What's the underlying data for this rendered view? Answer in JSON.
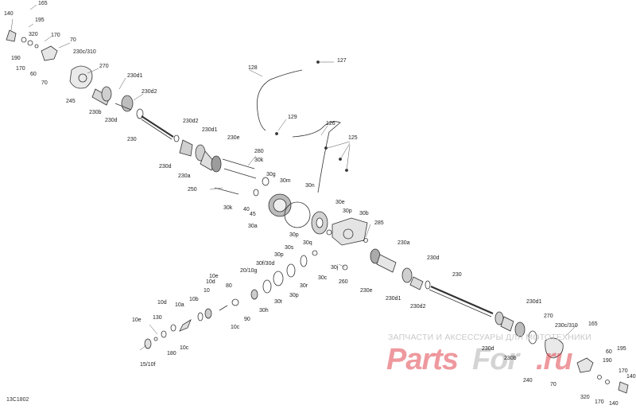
{
  "figure": {
    "reference": "13C1802",
    "watermark_text": "ЗАПЧАСТИ И АКСЕССУАРЫ ДЛЯ МОТОТЕХНИКИ",
    "watermark_logo": "PartsFor.ru",
    "logo_colors": {
      "red": "#e0464f",
      "gray": "#b7b7b7"
    }
  },
  "callouts": [
    {
      "text": "165"
    },
    {
      "text": "195"
    },
    {
      "text": "140"
    },
    {
      "text": "320"
    },
    {
      "text": "170"
    },
    {
      "text": "70"
    },
    {
      "text": "230c/310"
    },
    {
      "text": "190"
    },
    {
      "text": "170"
    },
    {
      "text": "60"
    },
    {
      "text": "70"
    },
    {
      "text": "270"
    },
    {
      "text": "230d1"
    },
    {
      "text": "230d2"
    },
    {
      "text": "245"
    },
    {
      "text": "230b"
    },
    {
      "text": "230d"
    },
    {
      "text": "230"
    },
    {
      "text": "230d2"
    },
    {
      "text": "230d1"
    },
    {
      "text": "230e"
    },
    {
      "text": "230d"
    },
    {
      "text": "230a"
    },
    {
      "text": "128"
    },
    {
      "text": "127"
    },
    {
      "text": "129"
    },
    {
      "text": "126"
    },
    {
      "text": "125"
    },
    {
      "text": "280"
    },
    {
      "text": "30k"
    },
    {
      "text": "30g"
    },
    {
      "text": "30m"
    },
    {
      "text": "30n"
    },
    {
      "text": "250"
    },
    {
      "text": "30k"
    },
    {
      "text": "40"
    },
    {
      "text": "45"
    },
    {
      "text": "30a"
    },
    {
      "text": "30e"
    },
    {
      "text": "30p"
    },
    {
      "text": "30b"
    },
    {
      "text": "285"
    },
    {
      "text": "30p"
    },
    {
      "text": "30q"
    },
    {
      "text": "30s"
    },
    {
      "text": "30j"
    },
    {
      "text": "230a"
    },
    {
      "text": "30p"
    },
    {
      "text": "30f/30d"
    },
    {
      "text": "30c"
    },
    {
      "text": "260"
    },
    {
      "text": "230d"
    },
    {
      "text": "230e"
    },
    {
      "text": "20/10g"
    },
    {
      "text": "30r"
    },
    {
      "text": "230d1"
    },
    {
      "text": "230"
    },
    {
      "text": "10e"
    },
    {
      "text": "30p"
    },
    {
      "text": "10d"
    },
    {
      "text": "80"
    },
    {
      "text": "30t"
    },
    {
      "text": "230d2"
    },
    {
      "text": "10"
    },
    {
      "text": "10b"
    },
    {
      "text": "30h"
    },
    {
      "text": "10d"
    },
    {
      "text": "10a"
    },
    {
      "text": "90"
    },
    {
      "text": "10c"
    },
    {
      "text": "230d1"
    },
    {
      "text": "270"
    },
    {
      "text": "230c/310"
    },
    {
      "text": "165"
    },
    {
      "text": "10e"
    },
    {
      "text": "130"
    },
    {
      "text": "60"
    },
    {
      "text": "195"
    },
    {
      "text": "230d"
    },
    {
      "text": "10c"
    },
    {
      "text": "230b"
    },
    {
      "text": "190"
    },
    {
      "text": "180"
    },
    {
      "text": "15/10f"
    },
    {
      "text": "240"
    },
    {
      "text": "70"
    },
    {
      "text": "170"
    },
    {
      "text": "140"
    },
    {
      "text": "320"
    },
    {
      "text": "170"
    },
    {
      "text": "140"
    }
  ]
}
